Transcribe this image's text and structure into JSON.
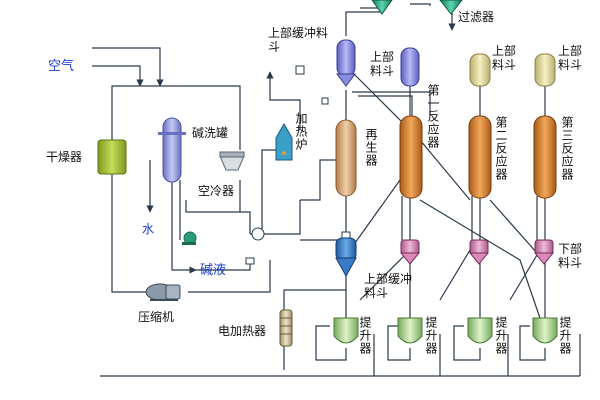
{
  "labels": {
    "air": "空气",
    "dryer": "干燥器",
    "water": "水",
    "caustic_wash_tank": "碱洗罐",
    "air_cooler": "空冷器",
    "caustic_liquid": "碱液",
    "compressor": "压缩机",
    "heating_furnace": "加热炉",
    "regenerator": "再生器",
    "upper_buffer_hopper_top": "上部缓冲料斗",
    "upper_buffer_hopper_bottom": "上部缓冲料斗",
    "upper_hopper_1": "上部料斗",
    "upper_hopper_2": "上部料斗",
    "upper_hopper_3": "上部料斗",
    "filter": "过滤器",
    "reactor_1": "第一反应器",
    "reactor_2": "第二反应器",
    "reactor_3": "第三反应器",
    "lower_hopper": "下部料斗",
    "electric_heater": "电加热器",
    "lift_1": "提升器",
    "lift_2": "提升器",
    "lift_3": "提升器",
    "lift_4": "提升器"
  },
  "colors": {
    "pipe": "#2a3a4a",
    "dryer": "#a8c23a",
    "caustic_tank": "#9aa0e0",
    "regenerator": "#e0b488",
    "buffer_hopper": "#8a8ee0",
    "reactor_body": "#d98a3a",
    "upper_hopper": "#e8e0a0",
    "lower_hopper": "#d88ab8",
    "lift_vessel": "#b8e0a0",
    "filter": "#2fae88",
    "buffer_bottom": "#3a7ac8"
  }
}
